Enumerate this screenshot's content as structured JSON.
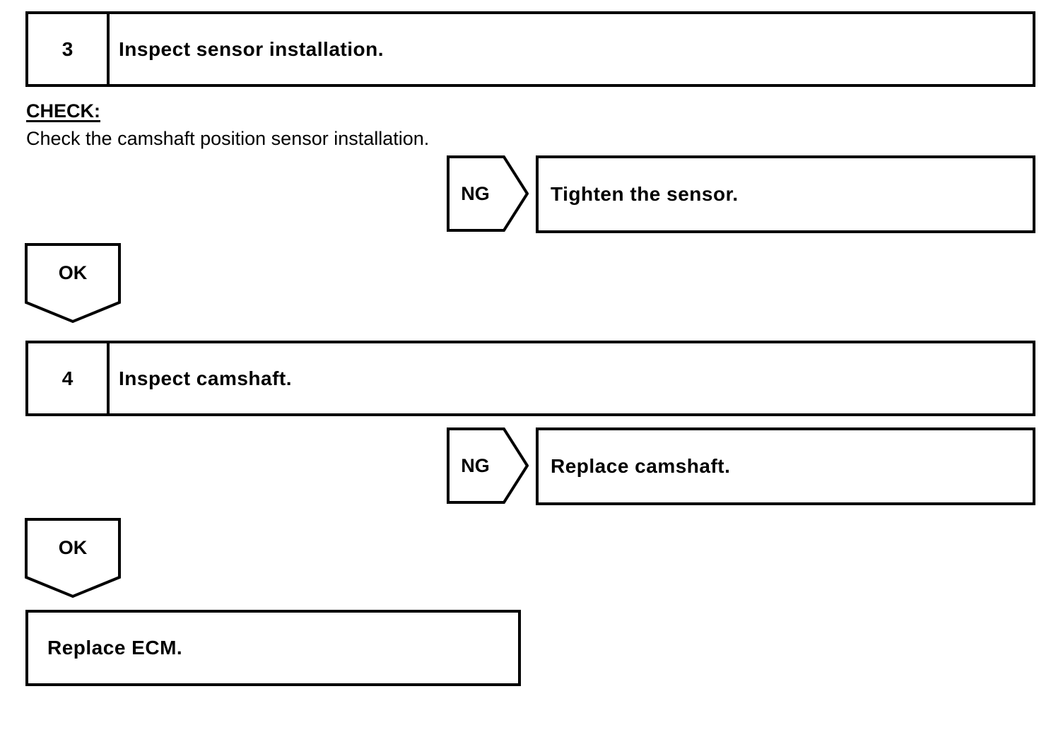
{
  "document": {
    "background": "#ffffff",
    "ink": "#000000"
  },
  "flowchart": {
    "steps": [
      {
        "number": "3",
        "title": "Inspect sensor installation."
      },
      {
        "number": "4",
        "title": "Inspect camshaft."
      }
    ],
    "check": {
      "heading": "CHECK:",
      "body": "Check the camshaft position sensor installation."
    },
    "branches": [
      {
        "connector": "NG",
        "action": "Tighten the sensor."
      },
      {
        "connector": "NG",
        "action": "Replace camshaft."
      }
    ],
    "ok_connectors": [
      {
        "label": "OK"
      },
      {
        "label": "OK"
      }
    ],
    "final": {
      "action": "Replace ECM."
    }
  }
}
